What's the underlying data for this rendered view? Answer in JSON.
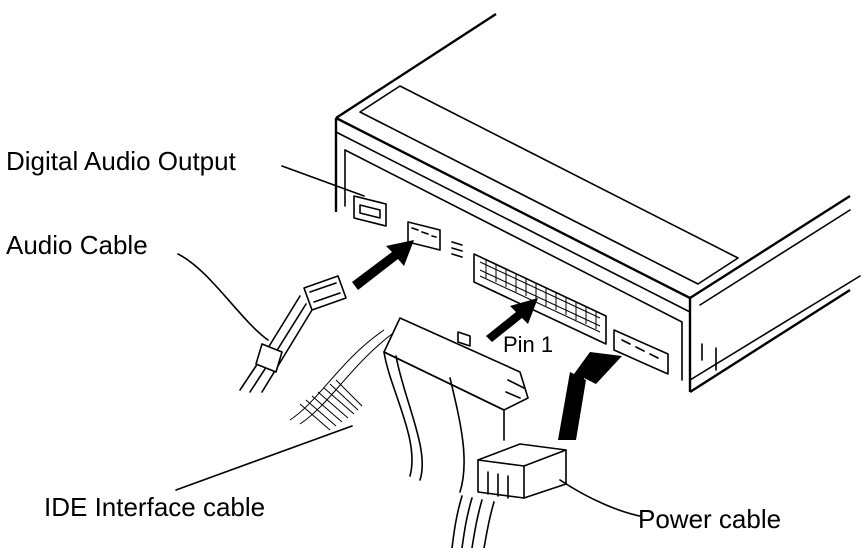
{
  "labels": {
    "digital_audio_output": "Digital Audio Output",
    "audio_cable": "Audio Cable",
    "pin1": "Pin 1",
    "ide_interface_cable": "IDE Interface cable",
    "power_cable": "Power cable"
  }
}
